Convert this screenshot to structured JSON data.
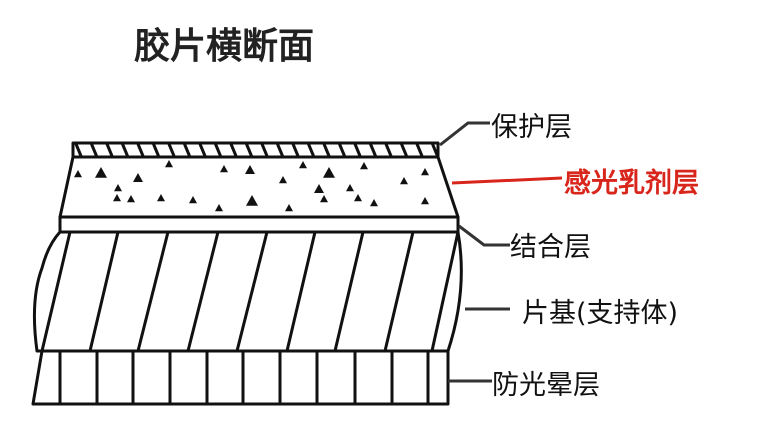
{
  "title": "胶片横断面",
  "labels": {
    "protective": "保护层",
    "emulsion": "感光乳剂层",
    "binder": "结合层",
    "base": "片基(支持体)",
    "antihalation": "防光晕层"
  },
  "colors": {
    "highlight": "#d9261c",
    "line": "#111111"
  }
}
